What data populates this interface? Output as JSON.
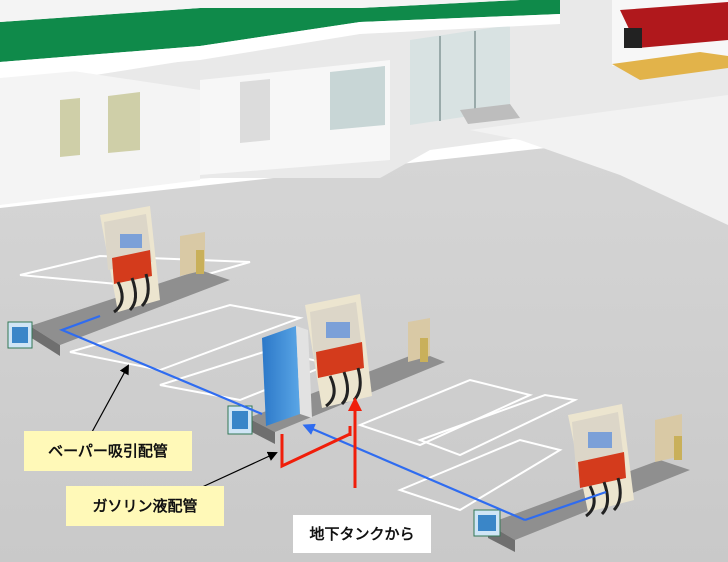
{
  "labels": {
    "vapor_pipe": "ベーパー吸引配管",
    "gasoline_pipe": "ガソリン液配管",
    "from_tank": "地下タンクから"
  },
  "colors": {
    "vapor_line": "#2f6cf0",
    "liquid_line": "#f01e0a",
    "pointer": "#000000",
    "label_yellow": "#fff9b8",
    "station_roof_band": "#0f8a4a",
    "ground": "#cfcfcf"
  }
}
